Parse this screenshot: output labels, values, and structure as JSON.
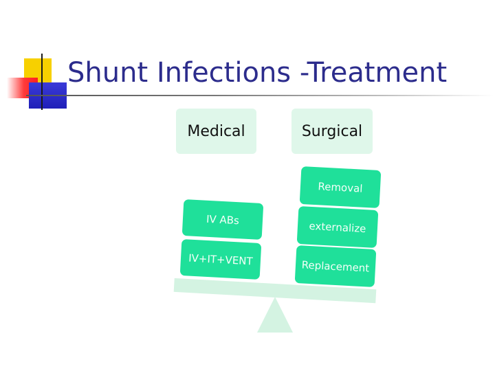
{
  "slide": {
    "title": "Shunt Infections -Treatment"
  },
  "categories": {
    "medical": "Medical",
    "surgical": "Surgical"
  },
  "medical_items": [
    "IV ABs",
    "IV+IT+VENT"
  ],
  "surgical_items": [
    "Removal",
    "externalize",
    "Replacement"
  ],
  "colors": {
    "title": "#2c2c8c",
    "pill": "#1fe09a",
    "pale_green": "#dff7ea"
  }
}
